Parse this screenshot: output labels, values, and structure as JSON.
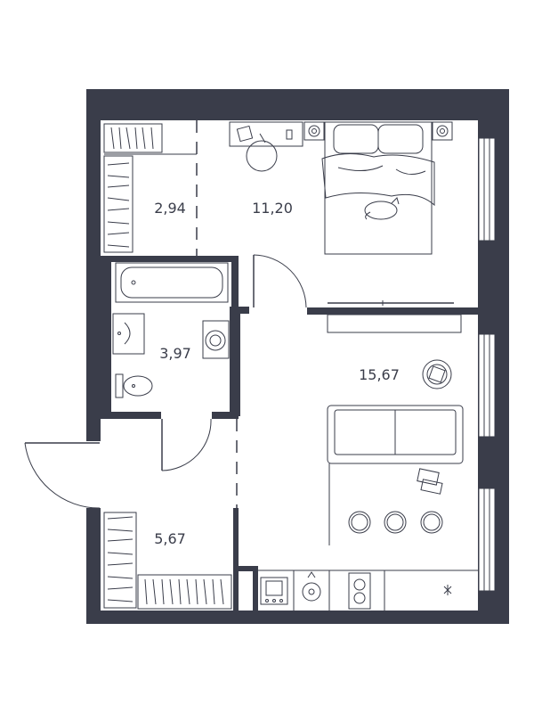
{
  "rooms": [
    {
      "id": "storage",
      "area": "2,94"
    },
    {
      "id": "bedroom",
      "area": "11,20"
    },
    {
      "id": "bathroom",
      "area": "3,97"
    },
    {
      "id": "living-kitchen",
      "area": "15,67"
    },
    {
      "id": "hallway",
      "area": "5,67"
    }
  ],
  "colors": {
    "wall": "#3a3d4a",
    "background": "#ffffff",
    "line": "#3a3d4a"
  },
  "furniture": [
    "double-bed",
    "pillows",
    "cat-icon",
    "desk",
    "chair",
    "nightstands",
    "tv",
    "bathtub",
    "sink",
    "washing-machine",
    "toilet",
    "sofa",
    "robot-vacuum",
    "laptop",
    "bar-stools",
    "kitchen-sink",
    "cooktop",
    "oven",
    "wardrobe",
    "shoe-rack"
  ]
}
